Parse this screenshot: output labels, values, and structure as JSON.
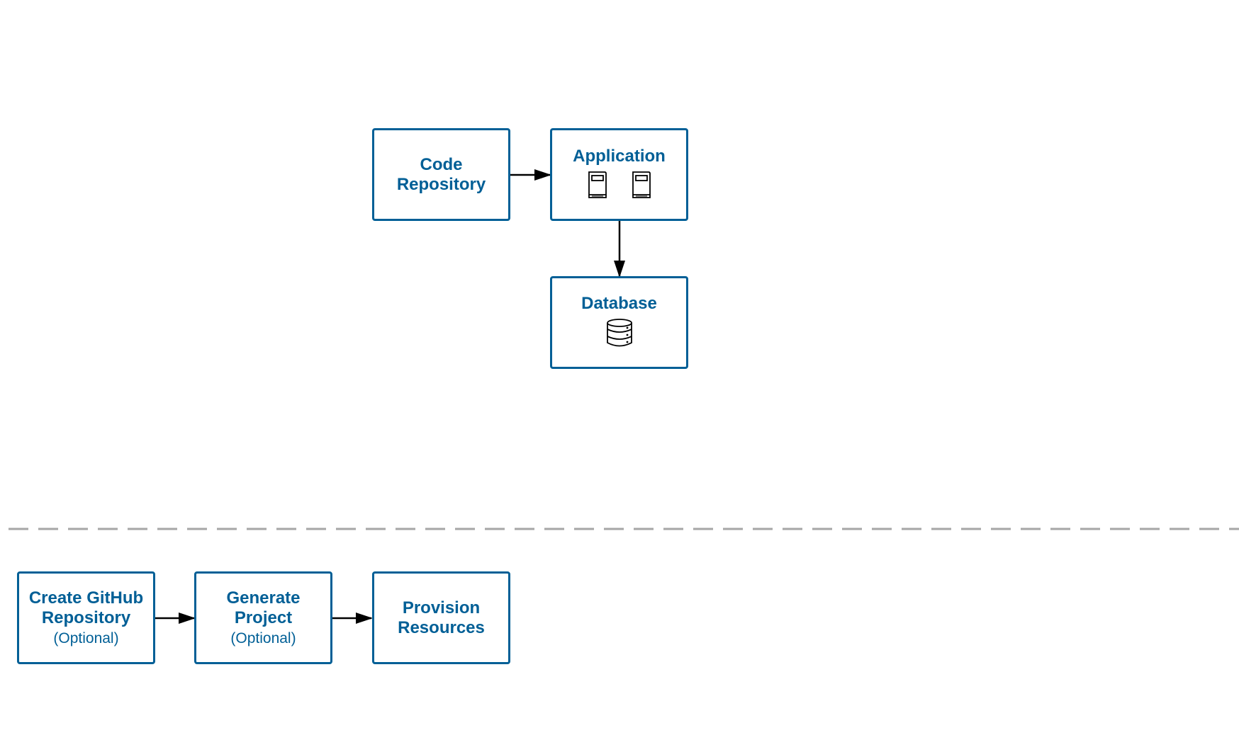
{
  "architecture": {
    "code_repository": {
      "title": "Code\nRepository"
    },
    "application": {
      "title": "Application",
      "icons": [
        "server-icon",
        "server-icon"
      ]
    },
    "database": {
      "title": "Database",
      "icons": [
        "database-icon"
      ]
    }
  },
  "workflow": {
    "steps": [
      {
        "title": "Create GitHub\nRepository",
        "subtitle": "(Optional)"
      },
      {
        "title": "Generate\nProject",
        "subtitle": "(Optional)"
      },
      {
        "title": "Provision\nResources",
        "subtitle": ""
      }
    ]
  },
  "colors": {
    "accent": "#005f96",
    "arrow": "#000000",
    "separator": "#a6a6a6"
  }
}
